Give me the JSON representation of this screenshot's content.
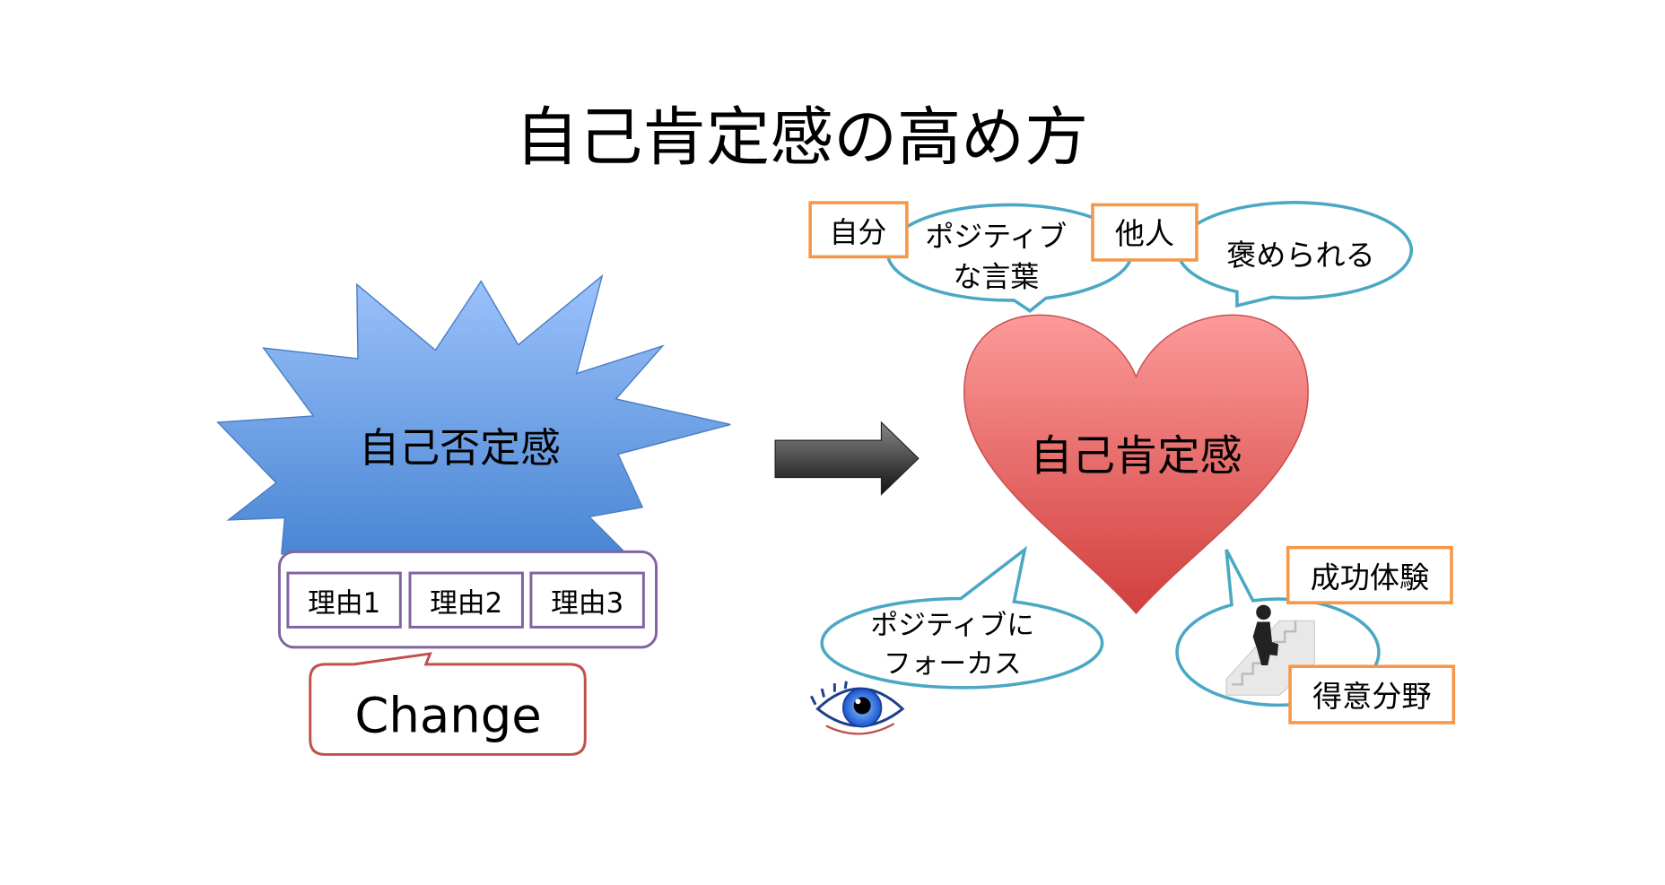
{
  "title": "自己肯定感の高め方",
  "left": {
    "burst_label": "自己否定感",
    "reasons": [
      "理由1",
      "理由2",
      "理由3"
    ],
    "change_label": "Change"
  },
  "right": {
    "heart_label": "自己肯定感",
    "self_tag": "自分",
    "positive_words": [
      "ポジティブ",
      "な言葉"
    ],
    "others_tag": "他人",
    "praised": "褒められる",
    "focus": [
      "ポジティブに",
      "フォーカス"
    ],
    "success_tag": "成功体験",
    "strength_tag": "得意分野"
  },
  "colors": {
    "burst": "#5b93dd",
    "heart": "#e05a5a",
    "bubble_stroke": "#4aa8c4",
    "tag_stroke": "#f79646",
    "reason_stroke": "#8064a2",
    "change_stroke": "#c0504d"
  }
}
